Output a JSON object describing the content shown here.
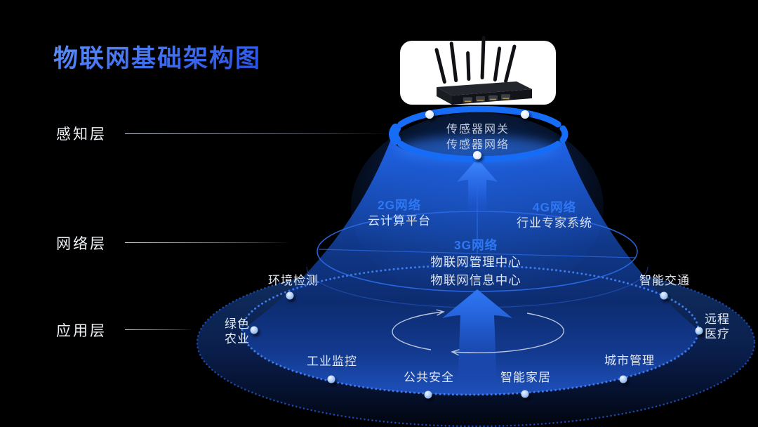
{
  "title": "物联网基础架构图",
  "colors": {
    "background": "#000000",
    "accent_blue": "#2e78f5",
    "ring_blue": "#176cf5",
    "cone_top": "#2067f0",
    "cone_bottom": "#1e50bc",
    "text_light": "#e3e9f2"
  },
  "layer_labels": {
    "perception": "感知层",
    "network": "网络层",
    "application": "应用层"
  },
  "perception_layer": {
    "line1": "传感器网关",
    "line2": "传感器网络"
  },
  "network_layer": {
    "left_tag": "2G网络",
    "left_desc": "云计算平台",
    "right_tag": "4G网络",
    "right_desc": "行业专家系统",
    "center_tag": "3G网络",
    "center_desc1": "物联网管理中心",
    "center_desc2": "物联网信息中心"
  },
  "application_layer": {
    "items": [
      {
        "label": "环境检测"
      },
      {
        "label": "智能交通"
      },
      {
        "label": "绿色\n农业"
      },
      {
        "label": "远程\n医疗"
      },
      {
        "label": "工业监控"
      },
      {
        "label": "公共安全"
      },
      {
        "label": "智能家居"
      },
      {
        "label": "城市管理"
      }
    ]
  }
}
